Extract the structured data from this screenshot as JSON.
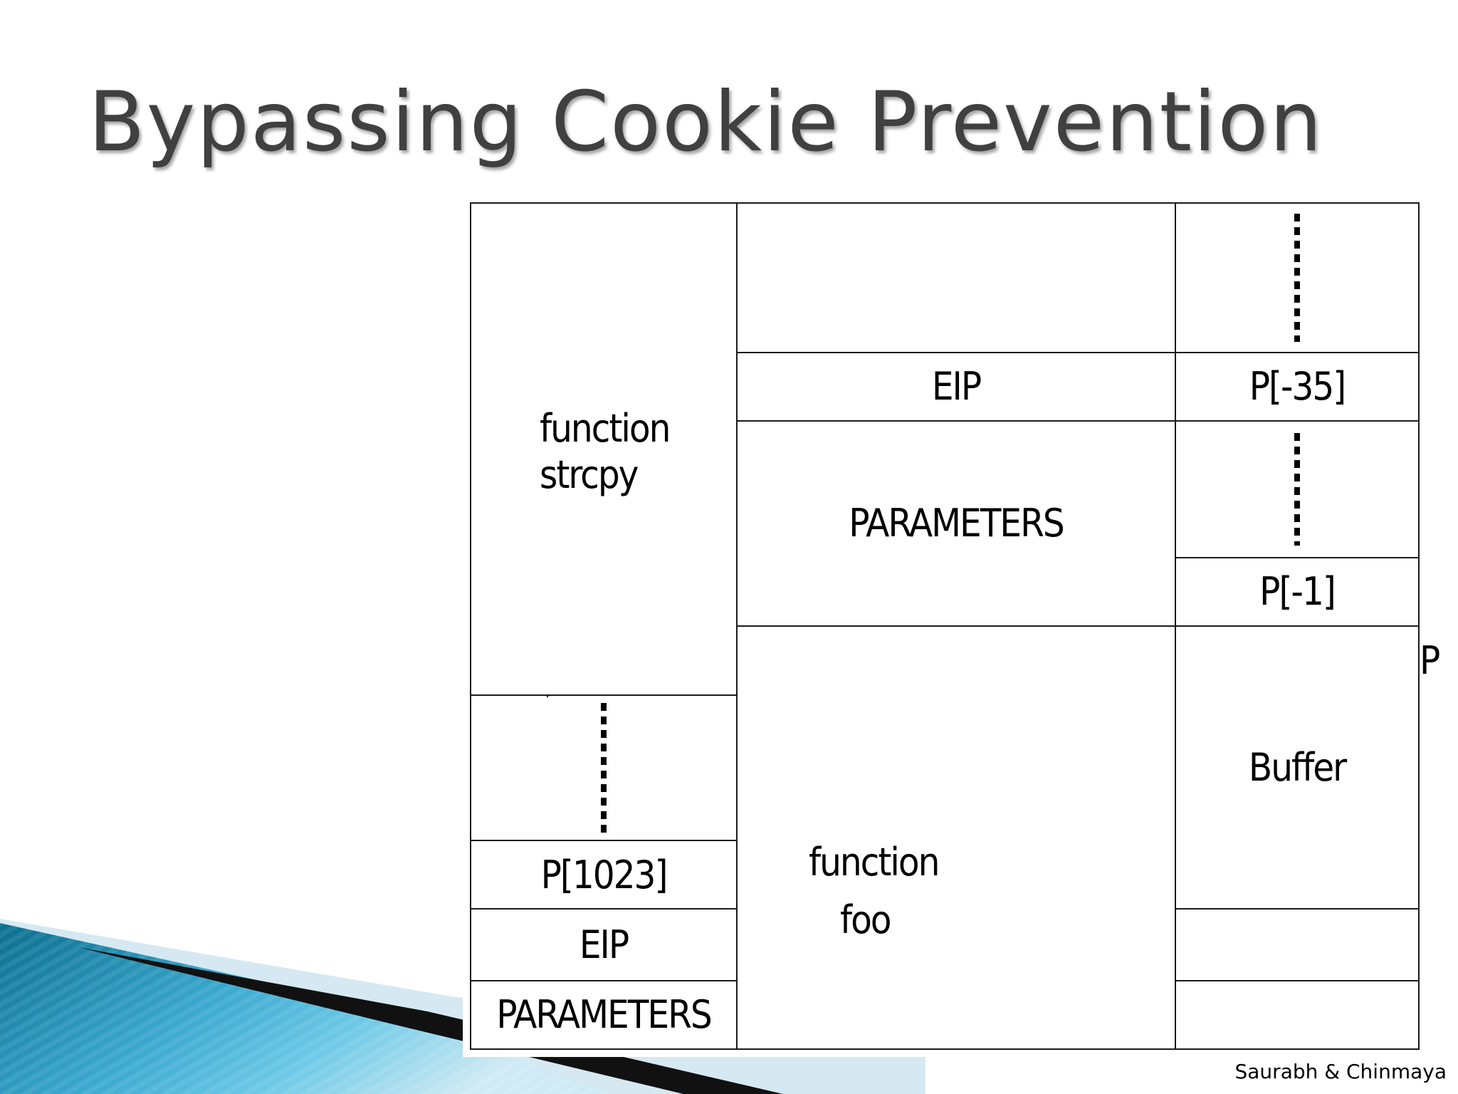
{
  "slide": {
    "title": "Bypassing Cookie Prevention",
    "footer": "Saurabh & Chinmaya"
  },
  "stack_table": {
    "frames": [
      {
        "line1": "function",
        "line2": "strcpy"
      },
      {
        "line1": "function",
        "line2": "foo"
      }
    ],
    "cells": {
      "strcpy_eip": "EIP",
      "strcpy_params": "PARAMETERS",
      "buffer": "Buffer",
      "foo_eip": "EIP",
      "foo_params": "PARAMETERS"
    },
    "addresses": {
      "p_minus_35": "P[-35]",
      "p_minus_1": "P[-1]",
      "p": "P",
      "p_1023": "P[1023]"
    }
  },
  "colors": {
    "title": "#404040",
    "accent_dark": "#0b6f8f",
    "accent_light": "#5cc0e0"
  }
}
